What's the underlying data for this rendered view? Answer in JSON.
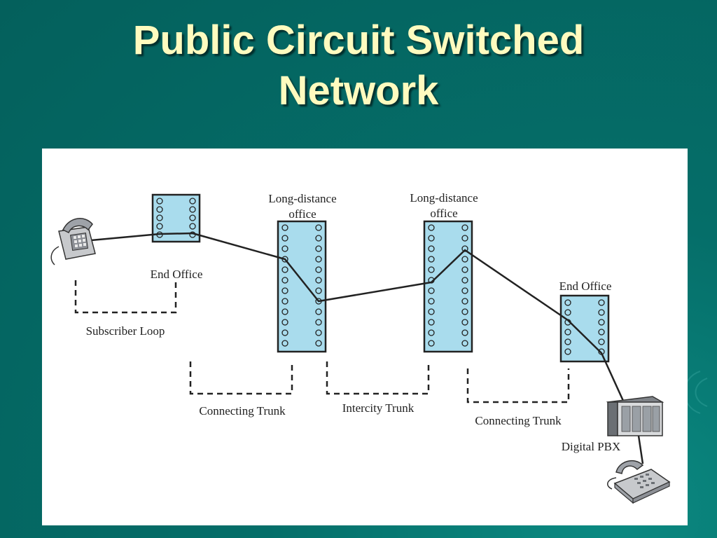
{
  "slide": {
    "title_line1": "Public Circuit Switched",
    "title_line2": "Network"
  },
  "diagram": {
    "end_office_left": "End Office",
    "long_distance_office_left_line1": "Long-distance",
    "long_distance_office_left_line2": "office",
    "long_distance_office_right_line1": "Long-distance",
    "long_distance_office_right_line2": "office",
    "end_office_right": "End Office",
    "subscriber_loop": "Subscriber Loop",
    "connecting_trunk_left": "Connecting Trunk",
    "intercity_trunk": "Intercity Trunk",
    "connecting_trunk_right": "Connecting Trunk",
    "digital_pbx": "Digital PBX"
  },
  "colors": {
    "background": "#046a66",
    "title": "#fffbbf",
    "switch_fill": "#a9dced"
  }
}
